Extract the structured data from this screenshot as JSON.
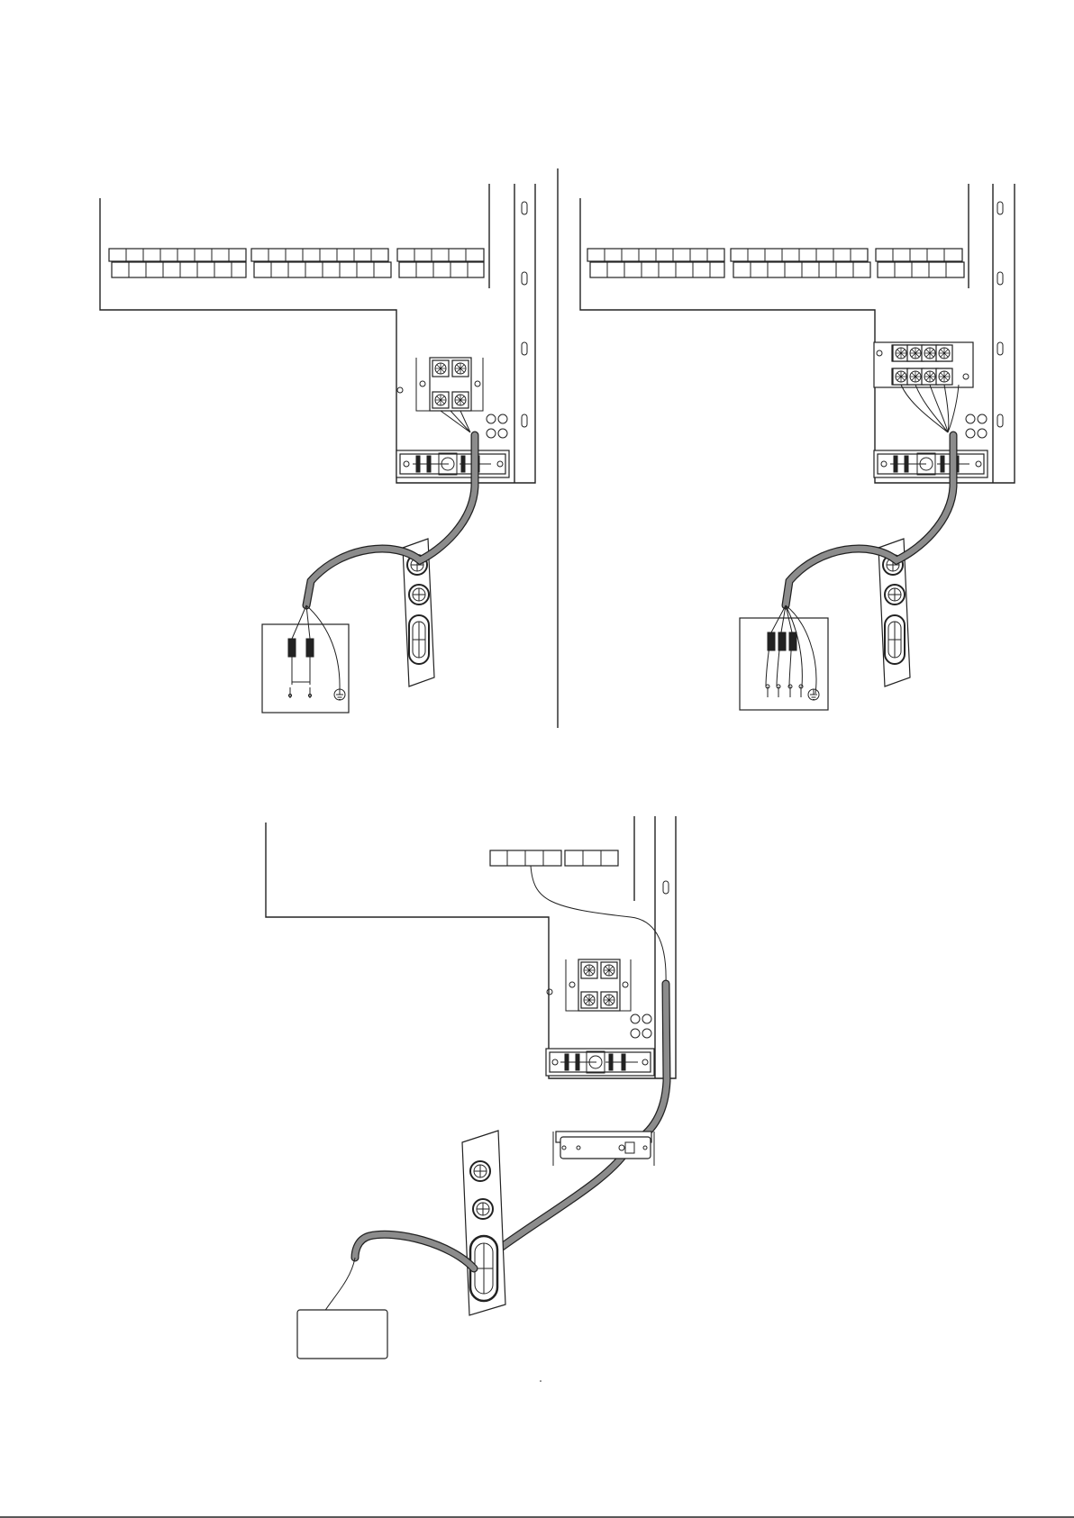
{
  "diagram": {
    "panels": [
      {
        "id": "single-phase-supply",
        "supply_wires": 2,
        "earth_symbol": "earth-icon"
      },
      {
        "id": "three-phase-supply",
        "supply_wires": 4,
        "earth_symbol": "earth-icon"
      },
      {
        "id": "remote-connection",
        "supply_wires": 0
      }
    ],
    "colors": {
      "line": "#222222",
      "cable_fill": "#8c8c8c",
      "background": "#ffffff"
    }
  }
}
